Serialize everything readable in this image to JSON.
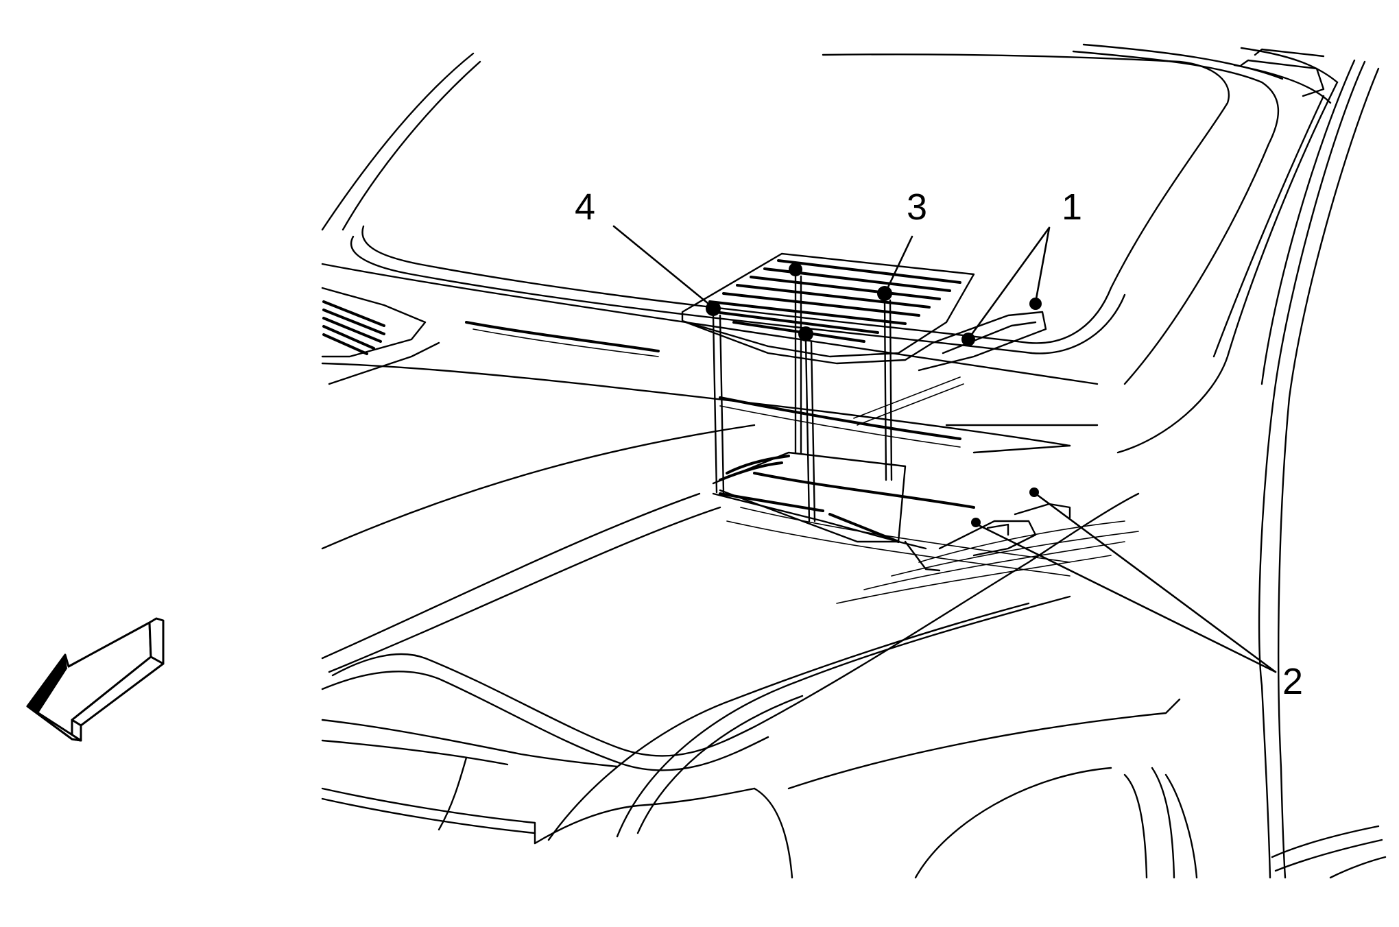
{
  "diagram": {
    "callouts": [
      {
        "id": "1",
        "label": "1"
      },
      {
        "id": "2",
        "label": "2"
      },
      {
        "id": "3",
        "label": "3"
      },
      {
        "id": "4",
        "label": "4"
      }
    ],
    "icons": [
      "front-direction-arrow-icon"
    ],
    "colors": {
      "ink": "#000000",
      "paper": "#ffffff"
    }
  }
}
